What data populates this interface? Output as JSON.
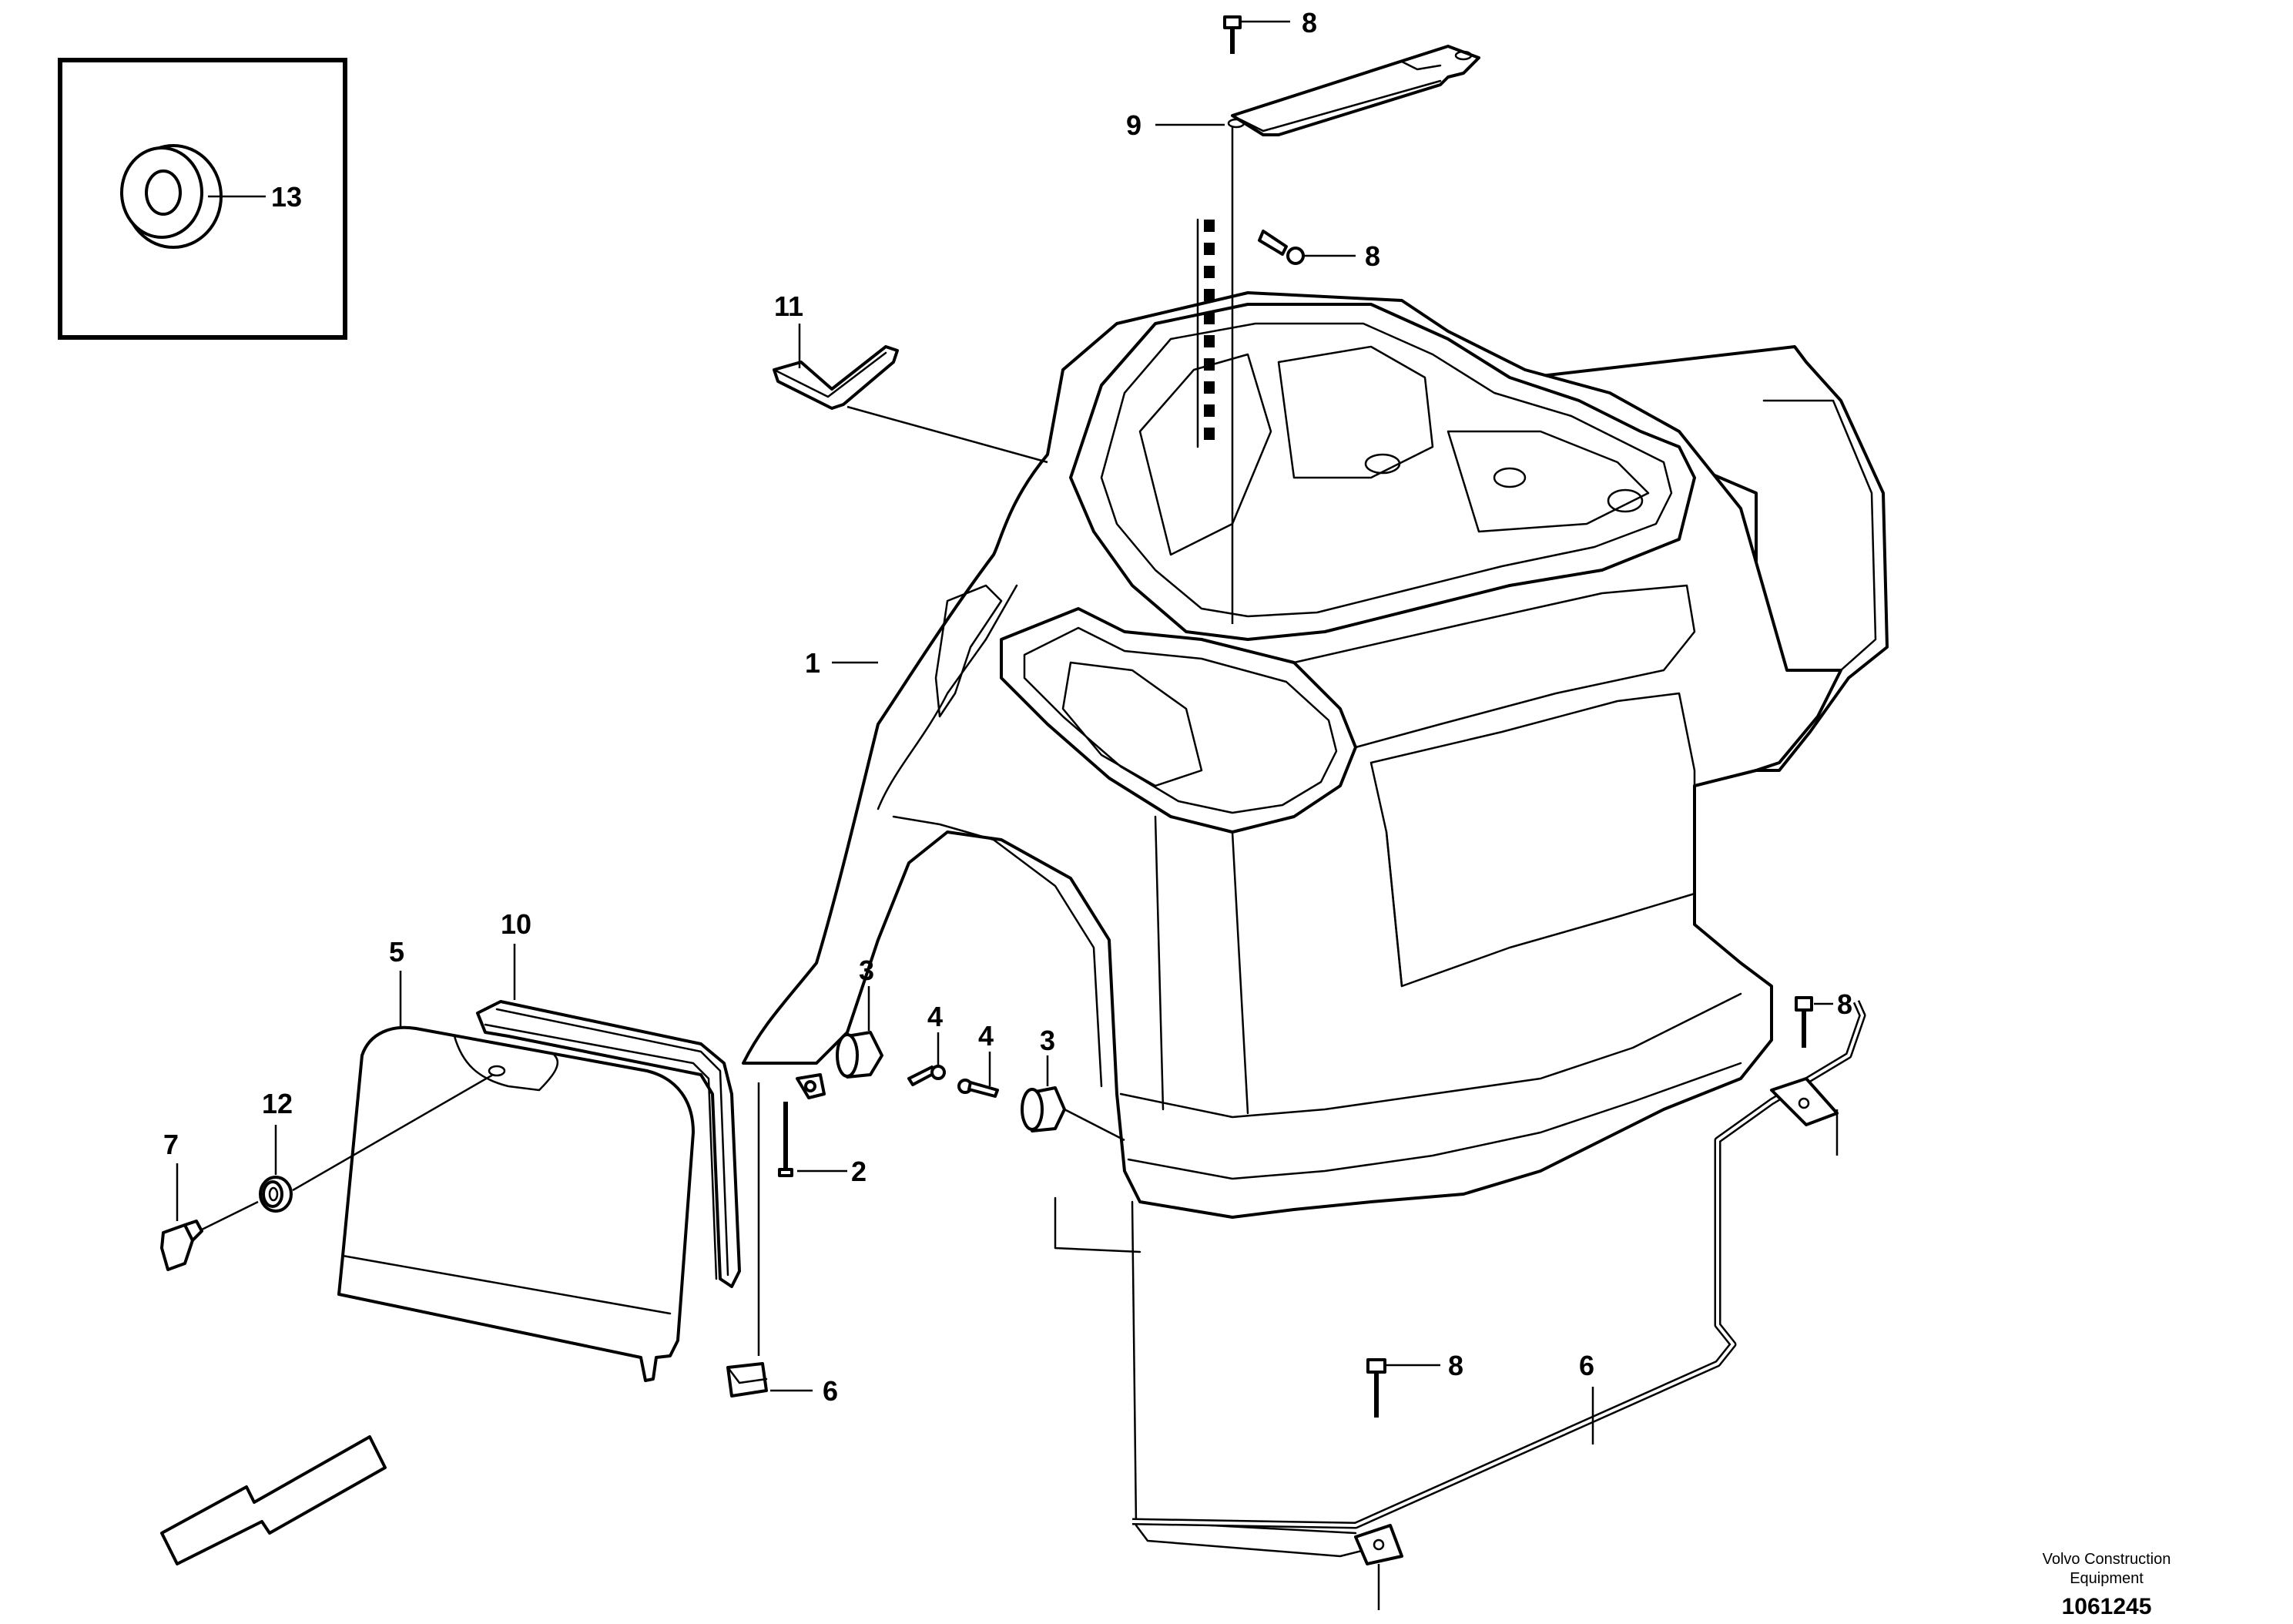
{
  "callouts": {
    "c1": "1",
    "c2": "2",
    "c3a": "3",
    "c3b": "3",
    "c4a": "4",
    "c4b": "4",
    "c5": "5",
    "c6a": "6",
    "c6b": "6",
    "c7": "7",
    "c8a": "8",
    "c8b": "8",
    "c8c": "8",
    "c8d": "8",
    "c9": "9",
    "c10": "10",
    "c11": "11",
    "c12": "12",
    "c13": "13"
  },
  "footer": {
    "publisher_line1": "Volvo Construction",
    "publisher_line2": "Equipment",
    "doc_number": "1061245"
  },
  "icons": {
    "direction": "arrow-left-down-icon"
  }
}
